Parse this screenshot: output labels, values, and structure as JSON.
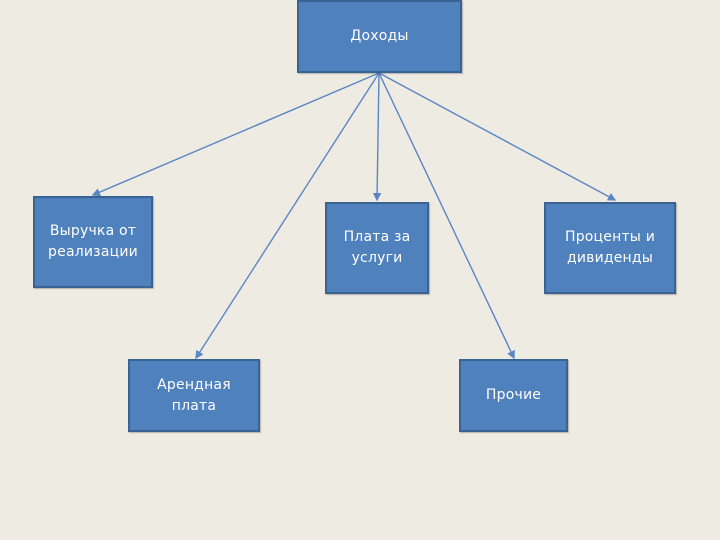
{
  "diagram": {
    "root": {
      "label": "Доходы"
    },
    "children": [
      {
        "id": "revenue",
        "label": "Выручка от\nреализации"
      },
      {
        "id": "services",
        "label": "Плата за\nуслуги"
      },
      {
        "id": "interest",
        "label": "Проценты и\nдивиденды"
      },
      {
        "id": "rent",
        "label": "Арендная\nплата"
      },
      {
        "id": "other",
        "label": "Прочие"
      }
    ],
    "colors": {
      "background": "#eeebe2",
      "node_fill": "#4f81bd",
      "node_border": "#3a6293",
      "connector": "#5b86c4",
      "text": "#ffffff"
    }
  }
}
